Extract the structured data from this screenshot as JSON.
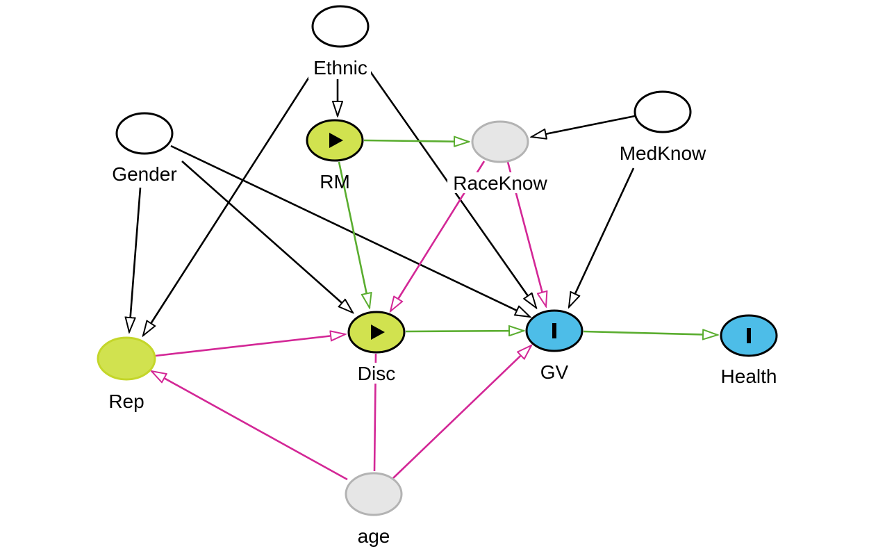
{
  "colors": {
    "causal_path": "#5aad2f",
    "biasing_path": "#d32796",
    "neutral_path": "#000000",
    "exposure_fill": "#d1e24f",
    "outcome_fill": "#4dbde8",
    "adjusted_fill": "#e6e6e6",
    "unobserved_fill": "#ffffff"
  },
  "nodes": {
    "ethnic": {
      "label": "Ethnic",
      "role": "neutral"
    },
    "gender": {
      "label": "Gender",
      "role": "neutral"
    },
    "medknow": {
      "label": "MedKnow",
      "role": "neutral"
    },
    "rm": {
      "label": "RM",
      "role": "exposure",
      "icon": "play-icon"
    },
    "raceknow": {
      "label": "RaceKnow",
      "role": "adjusted"
    },
    "rep": {
      "label": "Rep",
      "role": "ancestor-exposure"
    },
    "disc": {
      "label": "Disc",
      "role": "exposure",
      "icon": "play-icon"
    },
    "gv": {
      "label": "GV",
      "role": "outcome",
      "icon": "outcome-bar-icon"
    },
    "health": {
      "label": "Health",
      "role": "outcome",
      "icon": "outcome-bar-icon"
    },
    "age": {
      "label": "age",
      "role": "adjusted"
    }
  },
  "edges": [
    {
      "from": "Ethnic",
      "to": "RM",
      "type": "neutral"
    },
    {
      "from": "Ethnic",
      "to": "Rep",
      "type": "neutral"
    },
    {
      "from": "Ethnic",
      "to": "GV",
      "type": "neutral"
    },
    {
      "from": "Gender",
      "to": "Rep",
      "type": "neutral"
    },
    {
      "from": "Gender",
      "to": "Disc",
      "type": "neutral"
    },
    {
      "from": "Gender",
      "to": "GV",
      "type": "neutral"
    },
    {
      "from": "MedKnow",
      "to": "RaceKnow",
      "type": "neutral"
    },
    {
      "from": "MedKnow",
      "to": "GV",
      "type": "neutral"
    },
    {
      "from": "RM",
      "to": "RaceKnow",
      "type": "causal"
    },
    {
      "from": "RM",
      "to": "Disc",
      "type": "causal"
    },
    {
      "from": "RaceKnow",
      "to": "Disc",
      "type": "biasing"
    },
    {
      "from": "RaceKnow",
      "to": "GV",
      "type": "biasing"
    },
    {
      "from": "Rep",
      "to": "Disc",
      "type": "biasing"
    },
    {
      "from": "Disc",
      "to": "GV",
      "type": "causal"
    },
    {
      "from": "GV",
      "to": "Health",
      "type": "causal"
    },
    {
      "from": "age",
      "to": "Rep",
      "type": "biasing"
    },
    {
      "from": "age",
      "to": "Disc",
      "type": "biasing"
    },
    {
      "from": "age",
      "to": "GV",
      "type": "biasing"
    }
  ]
}
